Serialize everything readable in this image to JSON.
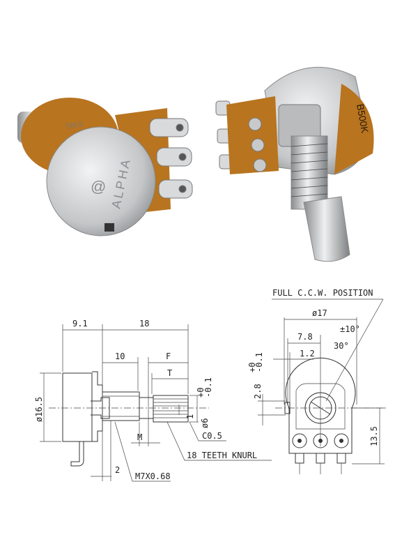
{
  "photos": {
    "left_pot": {
      "can_marking": "ALPHA",
      "logo": "@",
      "side_marking": "TRL5"
    },
    "right_pot": {
      "can_marking": "B500K"
    }
  },
  "side_view": {
    "dims": {
      "body_depth": "9.1",
      "shaft_length": "18",
      "bushing_length": "10",
      "flat_length": "F",
      "knurl_length": "T",
      "body_diameter": "ø16.5",
      "slot_width": "1",
      "shaft_diameter": "ø6",
      "shaft_tol_upper": "+0",
      "shaft_tol_lower": "-0.1",
      "groove": "M",
      "thread_offset": "2"
    },
    "callouts": {
      "thread": "M7X0.68",
      "chamfer": "C0.5",
      "knurl": "18 TEETH KNURL"
    }
  },
  "front_view": {
    "title": "FULL C.C.W. POSITION",
    "dims": {
      "body_diameter": "ø17",
      "tab_offset": "7.8",
      "tab_width": "1.2",
      "angle": "30°",
      "angle_tol": "±10°",
      "tab_height": "2.8",
      "tab_tol_upper": "+0",
      "tab_tol_lower": "-0.1",
      "terminal_height": "13.5"
    }
  },
  "colors": {
    "metal": "#c9cbcd",
    "pcb": "#b8741f",
    "line": "#333333"
  }
}
